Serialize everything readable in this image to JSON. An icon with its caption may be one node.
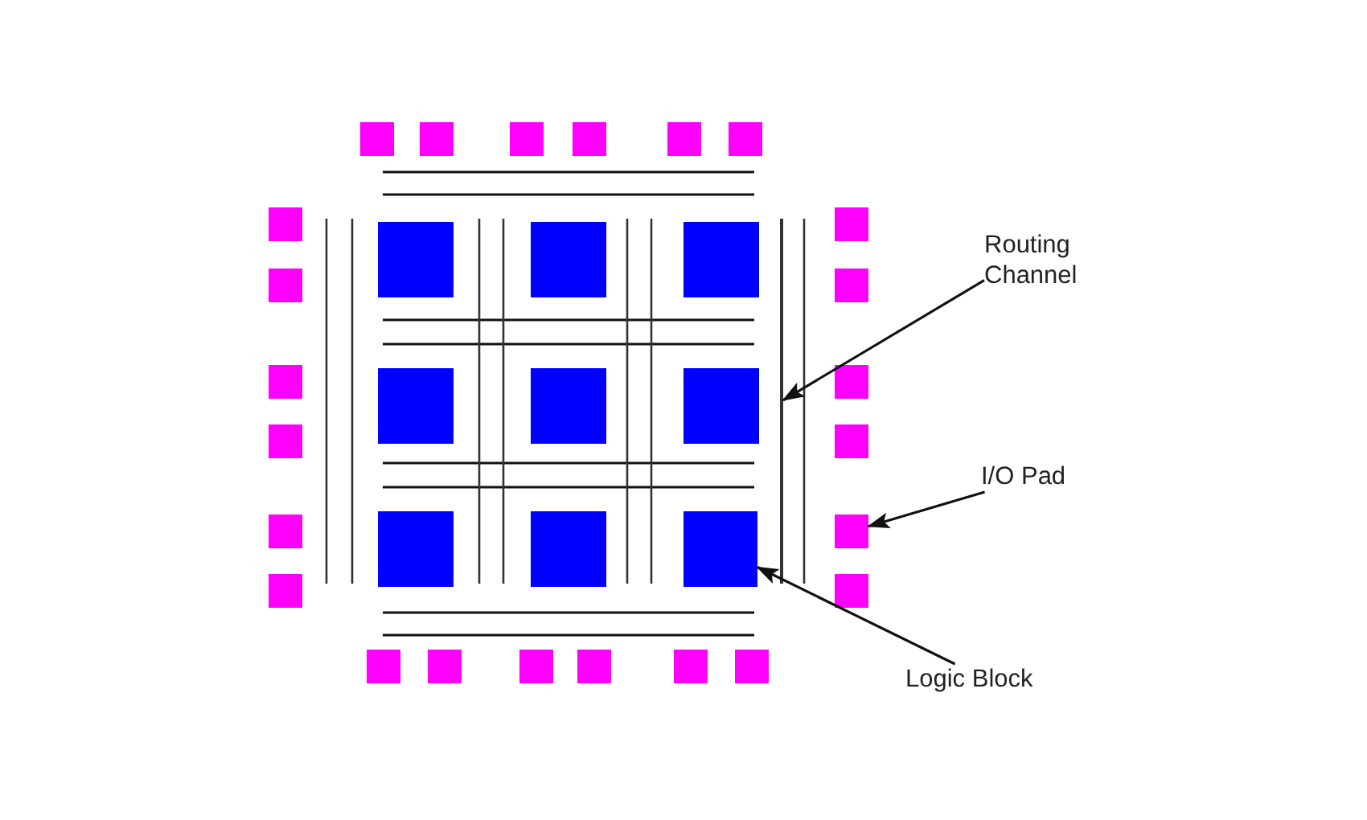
{
  "diagram": {
    "nodes": [
      {
        "text": [
          "Routing Channel"
        ]
      },
      {
        "text": [],
        "shape": "bar"
      },
      {
        "text": [
          "I/O Pad"
        ]
      },
      {
        "text": [],
        "shape": "box"
      },
      {
        "text": [
          "Logic Block"
        ]
      },
      {
        "text": [],
        "shape": "box"
      }
    ],
    "edges": [
      {
        "from": 0,
        "to": 1,
        "arrow": "to"
      },
      {
        "from": 2,
        "to": 5,
        "arrow": "to"
      },
      {
        "from": 4,
        "to": 3,
        "arrow": "to"
      }
    ]
  }
}
